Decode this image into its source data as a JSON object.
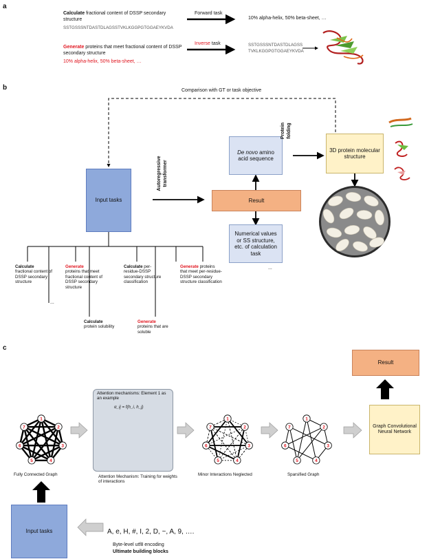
{
  "panel_a": {
    "letter": "a",
    "forward": {
      "title_bold": "Calculate",
      "title_rest": " fractional content of DSSP secondary structure",
      "sequence": "SSTGSSSNTDASTDLAGSSTVKLKGGPGTGGAEYKVDA",
      "arrow_label": "Forward task",
      "result": "10% alpha-helix, 50% beta-sheet, …"
    },
    "inverse": {
      "title_bold": "Generate",
      "title_rest": " proteins that meet fractional content of DSSP secondary structure",
      "condition": "10% alpha-helix, 50% beta-sheet, …",
      "arrow_label_red": "Inverse",
      "arrow_label_rest": " task",
      "sequence_line1": "SSTGSSSNTDASTDLAGSS",
      "sequence_line2": "TVKLKGGPGTGGAEYKVDA"
    }
  },
  "panel_b": {
    "letter": "b",
    "comparison": "Comparison with GT or task objective",
    "input_tasks": "Input tasks",
    "transformer": "Autoregressive transformer",
    "result": "Result",
    "denovo_italic": "De novo",
    "denovo_rest": " amino acid sequence",
    "folding": "Protein folding",
    "structure": "3D protein molecular structure",
    "numerical": "Numerical values or SS structure, etc. of calculation task",
    "ellipsis_right": "...",
    "ellipsis_left": "...",
    "tasks": [
      {
        "bold": "Calculate",
        "rest": "fractional content of DSSP secondary structure",
        "color": "black"
      },
      {
        "bold": "Generate",
        "rest": "proteins that meet fractional content of DSSP secondary structure",
        "color": "red"
      },
      {
        "bold": "Calculate",
        "rest": "protein solubility",
        "color": "black"
      },
      {
        "bold": "Calculate",
        "rest": "per-residue-DSSP secondary structure classification",
        "color": "black"
      },
      {
        "bold": "Generate",
        "rest": "proteins that are soluble",
        "color": "red"
      },
      {
        "bold": "Generate",
        "rest": "proteins that meet per-residue-DSSP secondary structure classification",
        "color": "red"
      }
    ]
  },
  "panel_c": {
    "letter": "c",
    "node_labels": [
      "1",
      "2",
      "3",
      "4",
      "5",
      "6",
      "7"
    ],
    "attention_title": "Attention mechanisms: Element 1 as an example",
    "attention_formula": "α_ij = f(h_i, h_j)",
    "graph_labels": [
      "Fully Connected Graph",
      "Minor Interactions Neglected",
      "Sparsified Graph"
    ],
    "attention_caption": "Attention Mechanism: Training for weights of interactions",
    "gcn": "Graph Convolutional Neural Network",
    "result": "Result",
    "input_tasks": "Input tasks",
    "tokens": "A, e, H, #, I, 2, D, ~, A, 9, ….",
    "encoding": "Byte-level utf8 encoding",
    "building_blocks": "Ultimate building blocks"
  },
  "colors": {
    "input": "#8ea9db",
    "result": "#f4b183",
    "sequence_box": "#dbe3f3",
    "structure_box": "#fff2c8",
    "generate_red": "#e0141e",
    "node_red": "#e0141e"
  }
}
